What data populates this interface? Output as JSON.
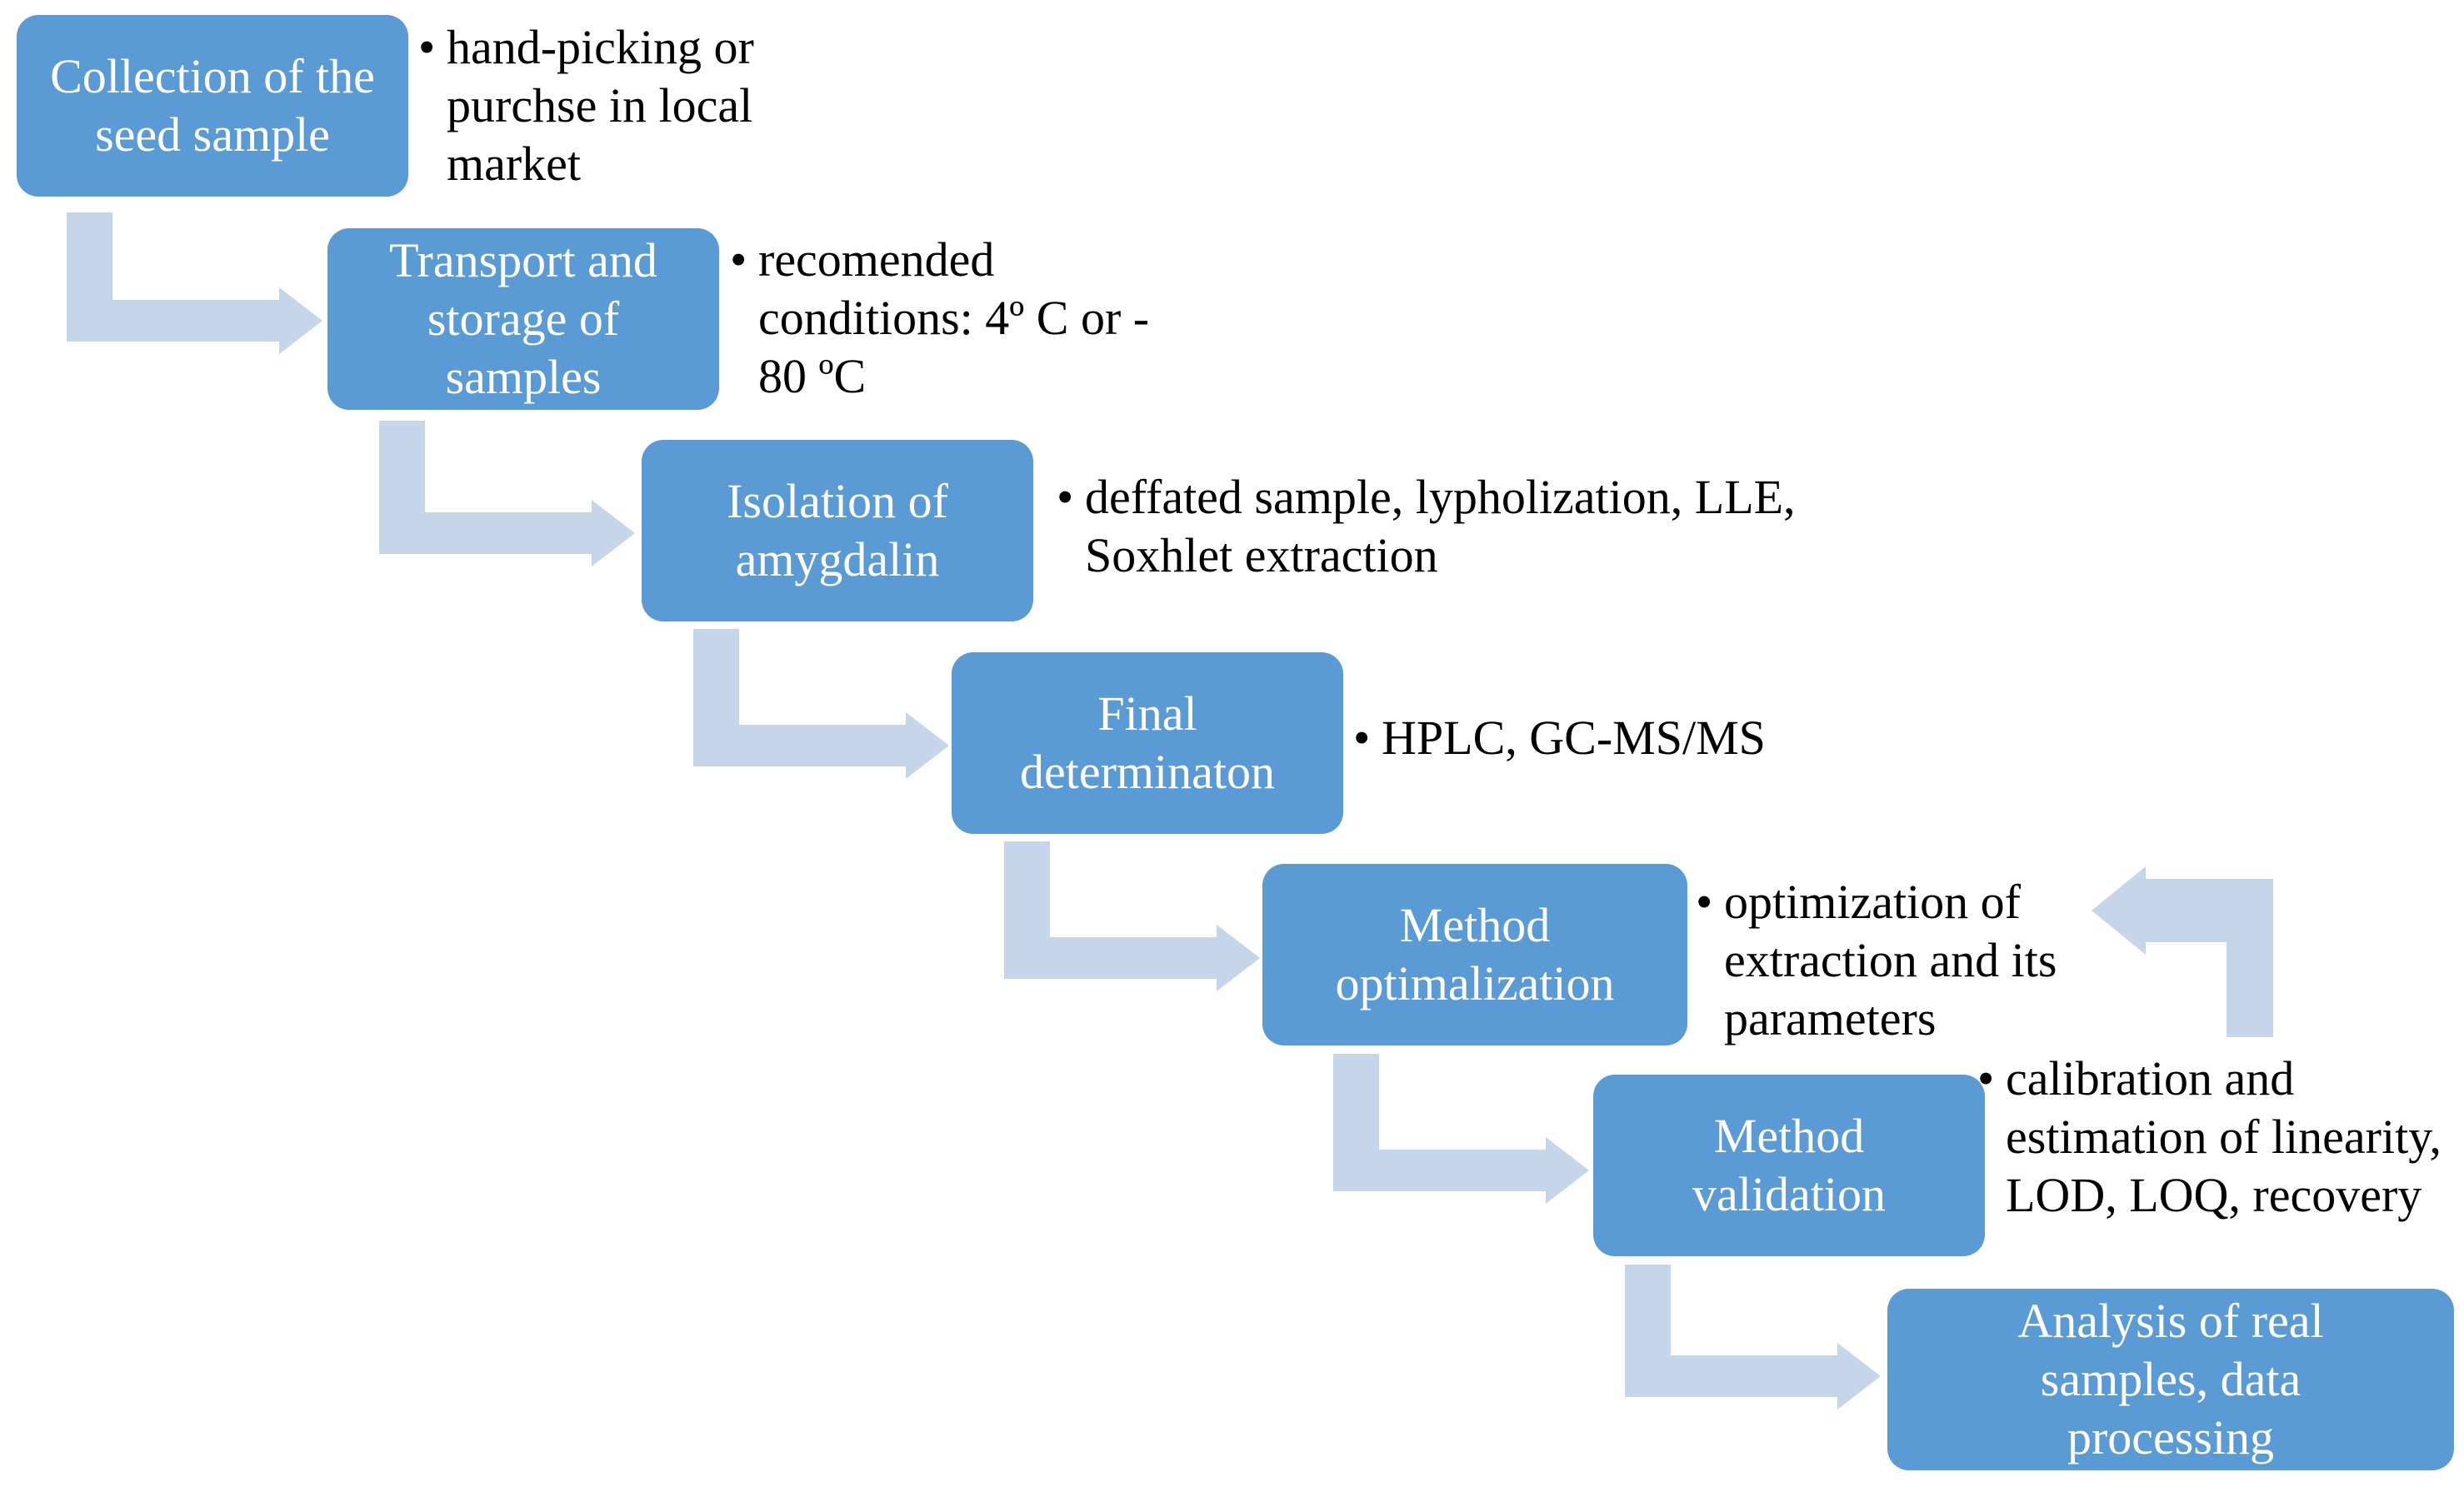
{
  "colors": {
    "box_fill": "#5b9bd5",
    "box_text": "#ffffff",
    "arrow": "#c5d6eb",
    "note_text": "#000000"
  },
  "steps": [
    {
      "label": "Collection of the seed sample",
      "note": "hand-picking or purchse in local market"
    },
    {
      "label": "Transport and storage of samples",
      "note": "recomended conditions: 4º C or - 80 ºC"
    },
    {
      "label": "Isolation of amygdalin",
      "note": "deffated sample, lypholization, LLE, Soxhlet extraction"
    },
    {
      "label": "Final determinaton",
      "note": "HPLC, GC-MS/MS"
    },
    {
      "label": "Method optimalization",
      "note": "optimization of extraction and its parameters"
    },
    {
      "label": "Method validation",
      "note": "calibration and estimation of linearity, LOD, LOQ, recovery"
    },
    {
      "label": "Analysis of real samples, data processing"
    }
  ],
  "bullet": "•"
}
